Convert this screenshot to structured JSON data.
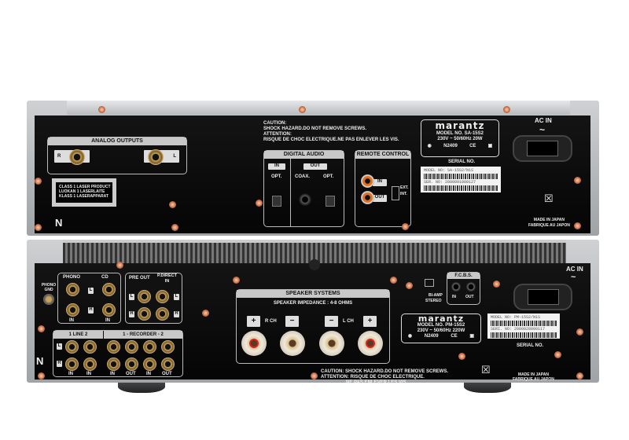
{
  "top_unit": {
    "analog_outputs": {
      "title": "ANALOG OUTPUTS",
      "r": "R",
      "l": "L"
    },
    "laser_label": [
      "CLASS 1 LASER PRODUCT",
      "LUOKAN  1  LASERLAITE",
      "KLASS 1 LASERAPPARAT"
    ],
    "n_mark": "N",
    "caution": [
      "CAUTION:",
      "SHOCK HAZARD.DO NOT REMOVE SCREWS.",
      "ATTENTION:",
      "RISQUE DE CHOC ELECTRIQUE.NE PAS ENLEVER LES VIS."
    ],
    "digital_audio": {
      "title": "DIGITAL AUDIO",
      "in": "IN",
      "out": "OUT",
      "opt_in": "OPT.",
      "coax": "COAX.",
      "opt_out": "OPT."
    },
    "remote_control": {
      "title": "REMOTE  CONTROL",
      "in": "IN",
      "out": "OUT",
      "ext": "EXT.",
      "int": "INT."
    },
    "rating_plate": {
      "brand": "marantz",
      "model": "MODEL NO. SA-15S2",
      "power": "230V ~ 50/60Hz  20W",
      "code": "N2409",
      "ce": "CE"
    },
    "serial_label": "SERIAL NO.",
    "sticker": {
      "model": "MODEL NO: SA-15S2/N1S",
      "serial": "SER. NO: 2000091000127"
    },
    "ac_in": "AC IN",
    "ac_symbol": "~",
    "made_in": [
      "MADE IN JAPAN",
      "FABRIQUE AU JAPON"
    ]
  },
  "bottom_unit": {
    "phono_gnd": [
      "PHONO",
      "GND"
    ],
    "phono": "PHONO",
    "cd": "CD",
    "in1": "IN",
    "in2": "IN",
    "l": "L",
    "r": "R",
    "pre_out": "PRE OUT",
    "p_direct": [
      "P.DIRECT",
      "IN"
    ],
    "line": "1 LINE 2",
    "recorder": "1 - RECORDER - 2",
    "jack_labels": [
      "IN",
      "IN",
      "IN",
      "OUT",
      "IN",
      "OUT"
    ],
    "n_mark": "N",
    "speaker": {
      "title": "SPEAKER SYSTEMS",
      "impedance": "SPEAKER IMPEDANCE : 4-8 OHMS",
      "plus": "+",
      "minus": "−",
      "rch": "R CH",
      "lch": "L CH"
    },
    "caution": [
      "CAUTION: SHOCK HAZARD.DO NOT REMOVE SCREWS.",
      "ATTENTION: RISQUE DE CHOC ELECTRIQUE.",
      "NE PAS ENLEVER LES VIS."
    ],
    "switch": {
      "biamp": "BI-AMP",
      "stereo": "STEREO"
    },
    "fcbs": {
      "title": "F.C.B.S.",
      "in": "IN",
      "out": "OUT"
    },
    "rating_plate": {
      "brand": "marantz",
      "model": "MODEL NO. PM-15S2",
      "power": "230V ~  50/60Hz  220W",
      "code": "N2409",
      "ce": "CE"
    },
    "sticker": {
      "model": "MODEL NO: PM-15S2/N1S",
      "serial": "SERI. NO: 2000028000117"
    },
    "serial_label": "SERIAL NO.",
    "ac_in": "AC IN",
    "ac_symbol": "~",
    "made_in": [
      "MADE IN JAPAN",
      "FABRIQUE AU JAPON"
    ]
  }
}
